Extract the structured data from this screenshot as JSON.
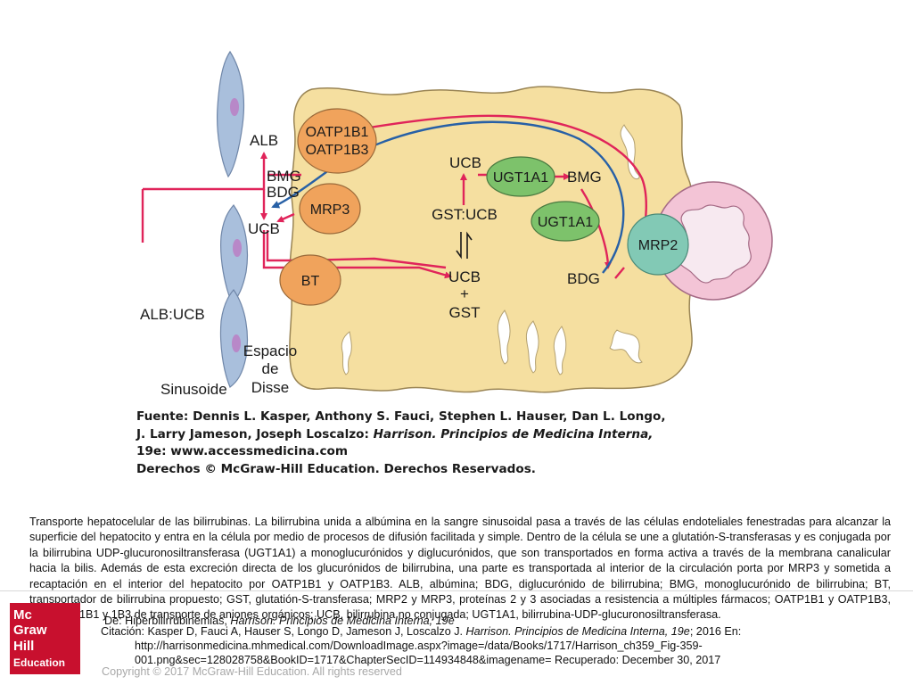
{
  "figure": {
    "labels": {
      "alb": "ALB",
      "bmg_left": "BMG",
      "bdg_left": "BDG",
      "ucb_left": "UCB",
      "alb_ucb": "ALB:UCB",
      "espacio": "Espacio",
      "de": "de",
      "disse": "Disse",
      "sinusoide": "Sinusoide",
      "ucb_top": "UCB",
      "bmg_right": "BMG",
      "gst_ucb": "GST:UCB",
      "ucb_mid": "UCB",
      "plus": "+",
      "gst": "GST",
      "bdg_right": "BDG"
    },
    "ovals": {
      "oatp1": "OATP1B1",
      "oatp2": "OATP1B3",
      "mrp3": "MRP3",
      "bt": "BT",
      "ugt_a": "UGT1A1",
      "ugt_b": "UGT1A1",
      "mrp2": "MRP2"
    },
    "colors": {
      "hepatocyte": "#f5dfa0",
      "hepatocyte_border": "#9a8555",
      "transporter": "#f0a35c",
      "enzyme": "#7dc26b",
      "canaliculus": "#f3c4d6",
      "mrp2": "#82c9b5",
      "arrow_red": "#e0245a",
      "arrow_blue": "#2760a6",
      "endothelial": "#a9bfdc",
      "nucleus": "#b888c8"
    }
  },
  "source": {
    "line1": "Fuente: Dennis L. Kasper, Anthony S. Fauci, Stephen L. Hauser, Dan L. Longo,",
    "line2a": "J. Larry Jameson, Joseph Loscalzo: ",
    "line2b": "Harrison. Principios de Medicina Interna,",
    "line3": "19e: www.accessmedicina.com",
    "line4": "Derechos © McGraw-Hill Education. Derechos Reservados."
  },
  "caption": "Transporte hepatocelular de las bilirrubinas. La bilirrubina unida a albúmina en la sangre sinusoidal pasa a través de las células endoteliales fenestradas para alcanzar la superficie del hepatocito y entra en la célula por medio de procesos de difusión facilitada y simple. Dentro de la célula se une a glutatión-S-transferasas y es conjugada por la bilirrubina UDP-glucuronosiltransferasa (UGT1A1) a monoglucurónidos y diglucurónidos, que son transportados en forma activa a través de la membrana canalicular hacia la bilis. Además de esta excreción directa de los glucurónidos de bilirrubina, una parte es transportada al interior de la circulación porta por MRP3 y sometida a recaptación en el interior del hepatocito por OATP1B1 y OATP1B3. ALB, albúmina; BDG, diglucurónido de bilirrubina; BMG, monoglucurónido de bilirrubina; BT, transportador de bilirrubina propuesto; GST, glutatión-S-transferasa; MRP2 y MRP3, proteínas 2 y 3 asociadas a resistencia a múltiples fármacos; OATP1B1 y OATP1B3, proteínas 1B1 y 1B3 de transporte de aniones orgánicos; UCB, bilirrubina no conjugada; UGT1A1, bilirrubina-UDP-glucuronosiltransferasa.",
  "citation": {
    "de_prefix": "De: Hiperbilirrubinemias, ",
    "de_title": "Harrison. Principios de Medicina Interna, 19e",
    "line1_prefix": "Citación: Kasper D, Fauci A, Hauser S, Longo D, Jameson J, Loscalzo J. ",
    "line1_title": "Harrison. Principios de Medicina Interna, 19e",
    "line1_suffix": "; 2016 En:",
    "line2": "http://harrisonmedicina.mhmedical.com/DownloadImage.aspx?image=/data/Books/1717/Harrison_ch359_Fig-359-",
    "line3": "001.png&sec=128028758&BookID=1717&ChapterSecID=114934848&imagename= Recuperado: December 30, 2017"
  },
  "logo": {
    "l1": "Mc",
    "l2": "Graw",
    "l3": "Hill",
    "l4": "Education"
  },
  "copyright": "Copyright © 2017 McGraw-Hill Education. All rights reserved"
}
